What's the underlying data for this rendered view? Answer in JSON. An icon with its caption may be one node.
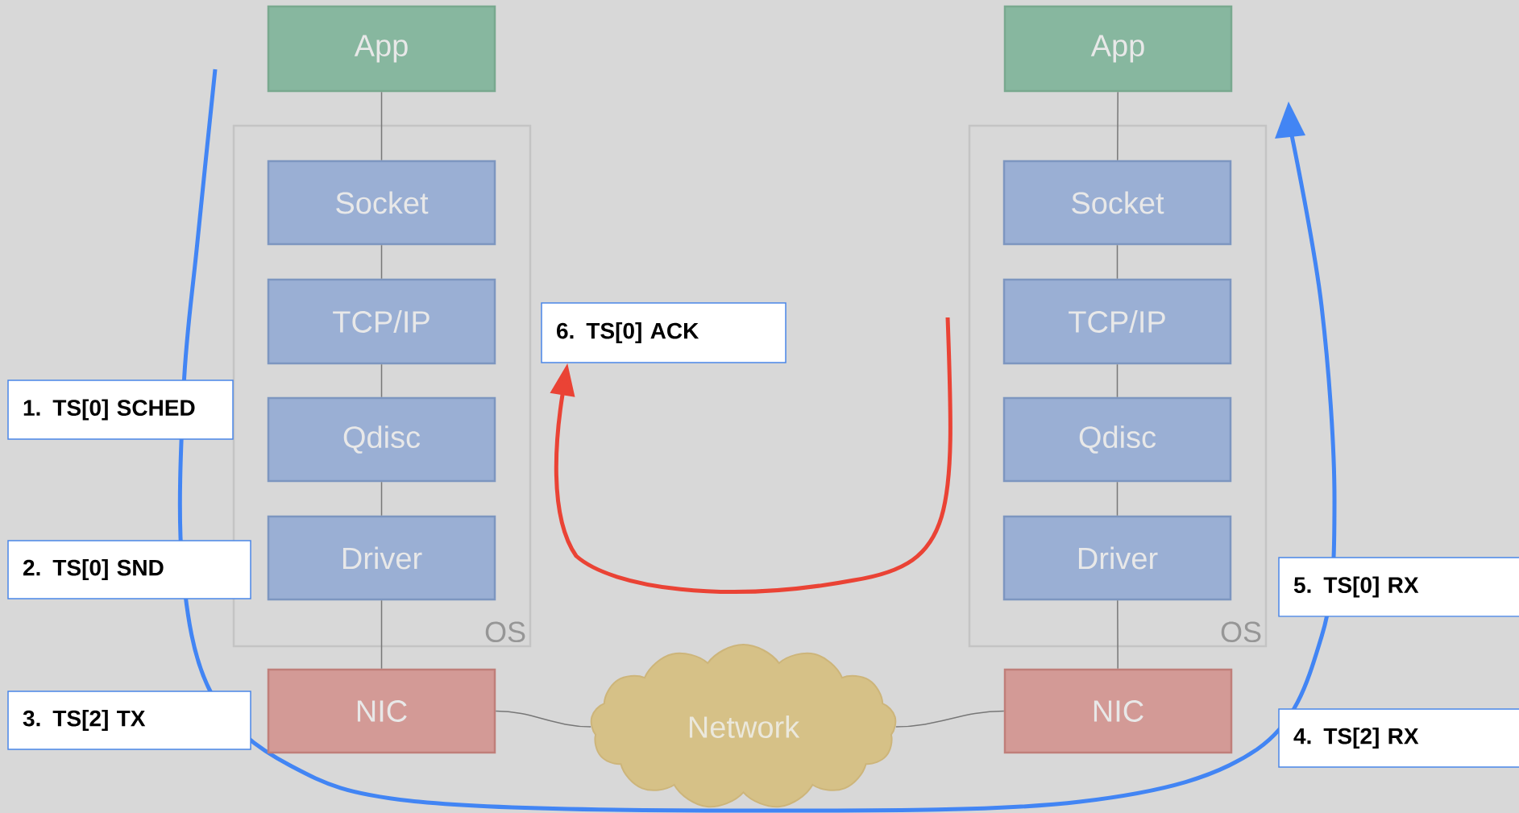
{
  "diagram": {
    "nodes": [
      {
        "text": [
          "App"
        ]
      },
      {
        "text": [
          "OS"
        ]
      },
      {
        "text": [
          "Socket"
        ],
        "in": 1
      },
      {
        "text": [
          "TCP/IP"
        ],
        "in": 1
      },
      {
        "text": [
          "Qdisc"
        ],
        "in": 1
      },
      {
        "text": [
          "Driver"
        ],
        "in": 1
      },
      {
        "text": [
          "NIC"
        ]
      },
      {
        "text": [
          "Network"
        ]
      },
      {
        "text": [
          "App"
        ]
      },
      {
        "text": [
          "OS"
        ]
      },
      {
        "text": [
          "Socket"
        ],
        "in": 9
      },
      {
        "text": [
          "TCP/IP"
        ],
        "in": 9
      },
      {
        "text": [
          "Qdisc"
        ],
        "in": 9
      },
      {
        "text": [
          "Driver"
        ],
        "in": 9
      },
      {
        "text": [
          "NIC"
        ]
      },
      {
        "text": [
          "1. TS[0] SCHED"
        ]
      },
      {
        "text": [
          "2. TS[0] SND"
        ]
      },
      {
        "text": [
          "3. TS[2] TX"
        ]
      },
      {
        "text": [
          "4. TS[2] RX"
        ]
      },
      {
        "text": [
          "5. TS[0] RX"
        ]
      },
      {
        "text": [
          "6. TS[0] ACK"
        ]
      }
    ],
    "edges": [
      {
        "from": 0,
        "to": 2,
        "arrow": "none"
      },
      {
        "from": 2,
        "to": 3,
        "arrow": "none"
      },
      {
        "from": 3,
        "to": 4,
        "arrow": "none"
      },
      {
        "from": 4,
        "to": 5,
        "arrow": "none"
      },
      {
        "from": 5,
        "to": 6,
        "arrow": "none"
      },
      {
        "from": 6,
        "to": 7,
        "arrow": "none"
      },
      {
        "from": 7,
        "to": 14,
        "arrow": "none"
      },
      {
        "from": 8,
        "to": 10,
        "arrow": "none"
      },
      {
        "from": 10,
        "to": 11,
        "arrow": "none"
      },
      {
        "from": 11,
        "to": 12,
        "arrow": "none"
      },
      {
        "from": 12,
        "to": 13,
        "arrow": "none"
      },
      {
        "from": 13,
        "to": 14,
        "arrow": "none"
      },
      {
        "from": null,
        "to": 20,
        "arrow": "to",
        "style": "thick",
        "color": "#ea4335"
      }
    ]
  }
}
